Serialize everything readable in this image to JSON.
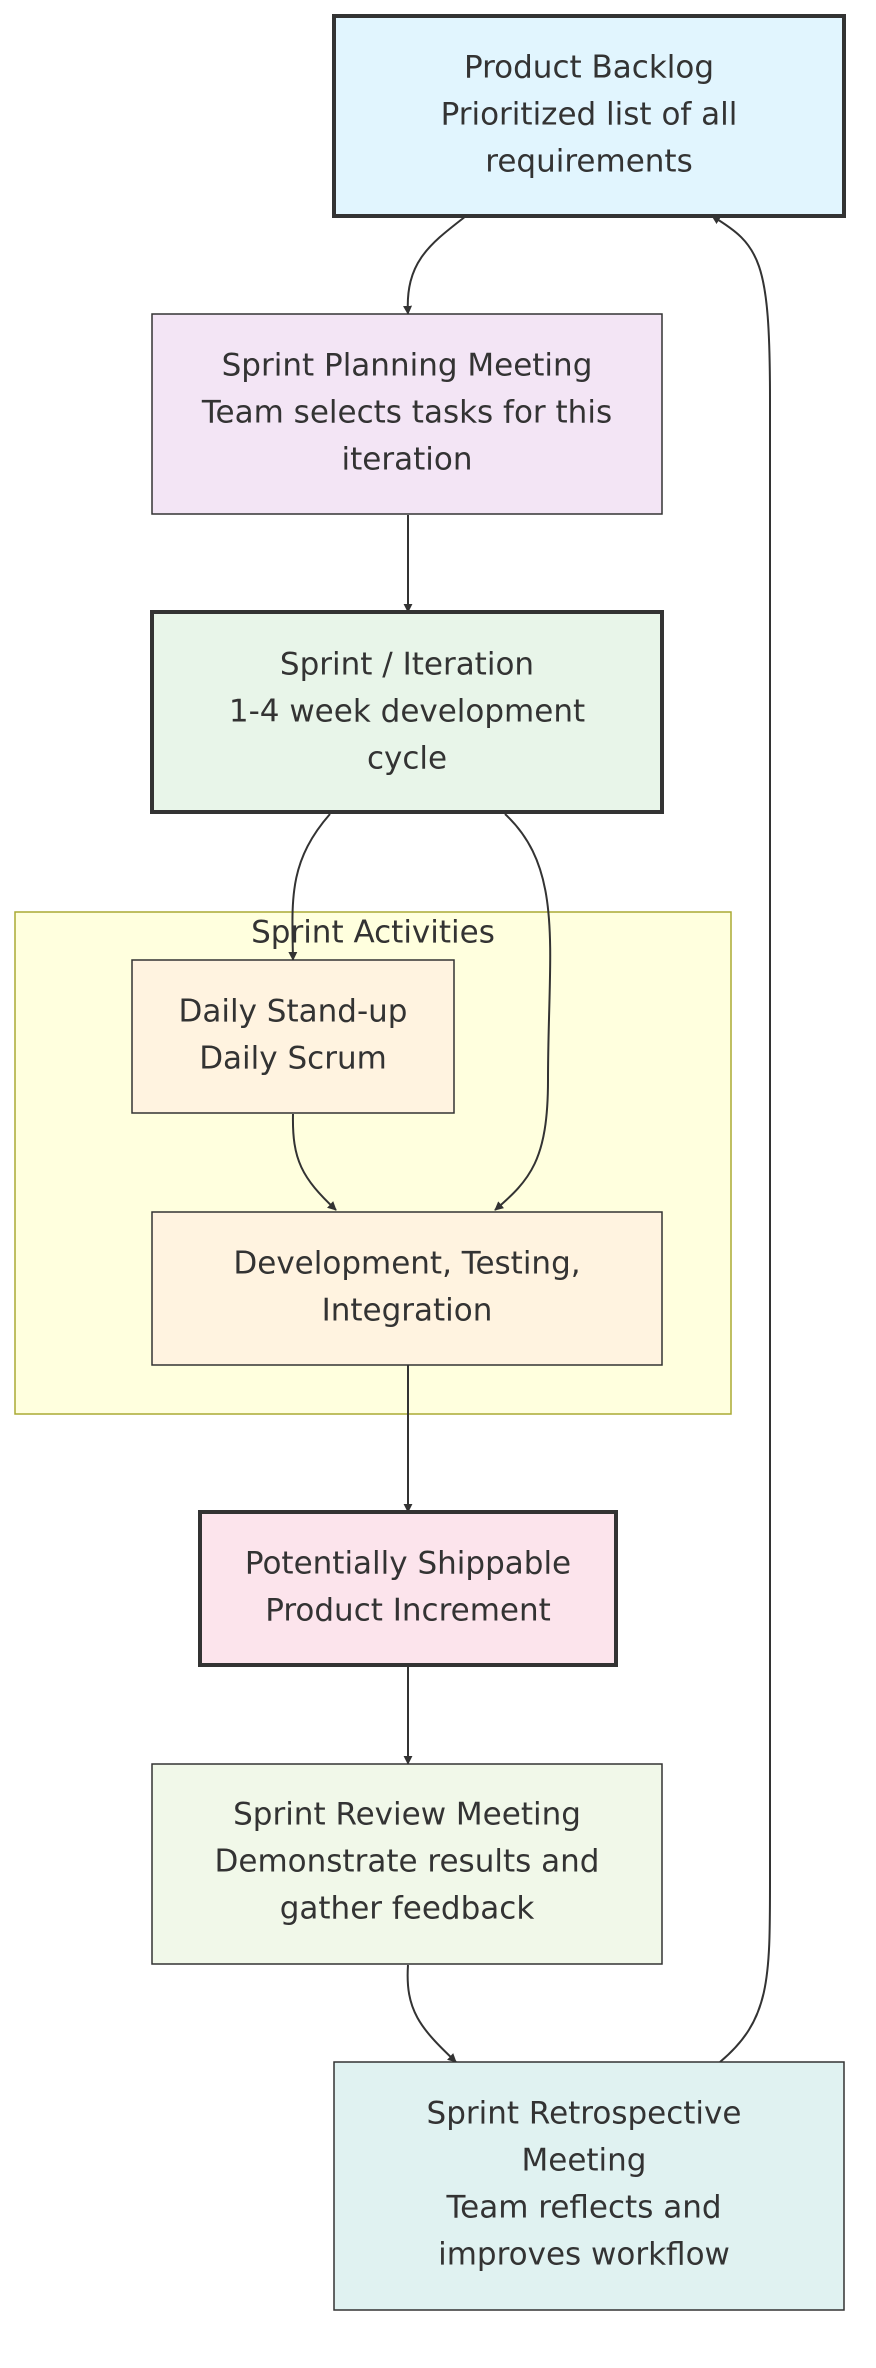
{
  "diagram": {
    "type": "flowchart",
    "cluster": {
      "label": "Sprint Activities",
      "fill": "#ffffde",
      "stroke": "#aaaa33"
    },
    "nodes": {
      "backlog": {
        "lines": [
          "Product Backlog",
          "Prioritized list of all",
          "requirements"
        ],
        "fill": "#e1f5fe",
        "stroke": "#333333",
        "emphasis": true
      },
      "planning": {
        "lines": [
          "Sprint Planning Meeting",
          "Team selects tasks for this",
          "iteration"
        ],
        "fill": "#f3e5f5",
        "stroke": "#333333",
        "emphasis": false
      },
      "sprint": {
        "lines": [
          "Sprint / Iteration",
          "1-4 week development",
          "cycle"
        ],
        "fill": "#e8f5e9",
        "stroke": "#333333",
        "emphasis": true
      },
      "standup": {
        "lines": [
          "Daily Stand-up",
          "Daily Scrum"
        ],
        "fill": "#fff3e0",
        "stroke": "#333333",
        "emphasis": false
      },
      "development": {
        "lines": [
          "Development, Testing,",
          "Integration"
        ],
        "fill": "#fff3e0",
        "stroke": "#333333",
        "emphasis": false
      },
      "increment": {
        "lines": [
          "Potentially Shippable",
          "Product Increment"
        ],
        "fill": "#fce4ec",
        "stroke": "#333333",
        "emphasis": true
      },
      "review": {
        "lines": [
          "Sprint Review Meeting",
          "Demonstrate results and",
          "gather feedback"
        ],
        "fill": "#f1f8e9",
        "stroke": "#333333",
        "emphasis": false
      },
      "retrospective": {
        "lines": [
          "Sprint Retrospective",
          "Meeting",
          "Team reflects and",
          "improves workflow"
        ],
        "fill": "#e0f2f1",
        "stroke": "#333333",
        "emphasis": false
      }
    },
    "edges": [
      {
        "from": "backlog",
        "to": "planning"
      },
      {
        "from": "planning",
        "to": "sprint"
      },
      {
        "from": "sprint",
        "to": "standup"
      },
      {
        "from": "sprint",
        "to": "development"
      },
      {
        "from": "standup",
        "to": "development"
      },
      {
        "from": "development",
        "to": "increment"
      },
      {
        "from": "increment",
        "to": "review"
      },
      {
        "from": "review",
        "to": "retrospective"
      },
      {
        "from": "retrospective",
        "to": "backlog"
      }
    ]
  }
}
